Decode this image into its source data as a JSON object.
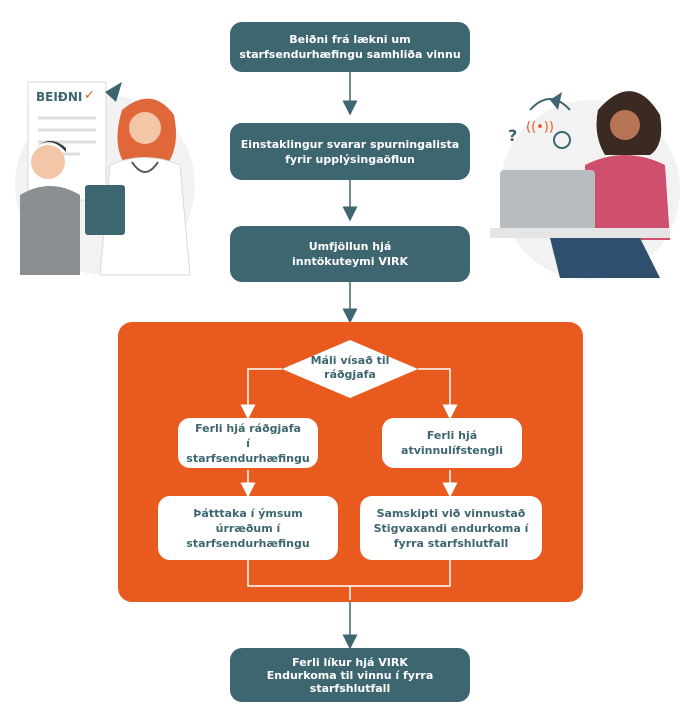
{
  "steps": {
    "s1": [
      "Beiðni frá lækni um",
      "starfsendurhæfingu samhliða vinnu"
    ],
    "s2": [
      "Einstaklingur svarar spurningalista",
      "fyrir upplýsingaöflun"
    ],
    "s3": [
      "Umfjöllun hjá",
      "inntökuteymi VIRK"
    ],
    "final": [
      "Ferli líkur hjá VIRK",
      "Endurkoma til vinnu í fyrra",
      "starfshlutfall"
    ]
  },
  "decision": [
    "Máli vísað til",
    "ráðgjafa"
  ],
  "left_branch": {
    "box1": [
      "Ferli hjá ráðgjafa",
      "í starfsendurhæfingu"
    ],
    "box2": [
      "Þátttaka í ýmsum",
      "úrræðum í",
      "starfsendurhæfingu"
    ]
  },
  "right_branch": {
    "box1": [
      "Ferli hjá",
      "atvinnulífstengli"
    ],
    "box2": [
      "Samskipti við vinnustað",
      "Stigvaxandi endurkoma í",
      "fyrra starfshlutfall"
    ]
  },
  "illustration_left": {
    "label": "BEIÐNI"
  },
  "colors": {
    "teal": "#3d6670",
    "orange": "#e85a1e",
    "line": "#3d6670"
  }
}
